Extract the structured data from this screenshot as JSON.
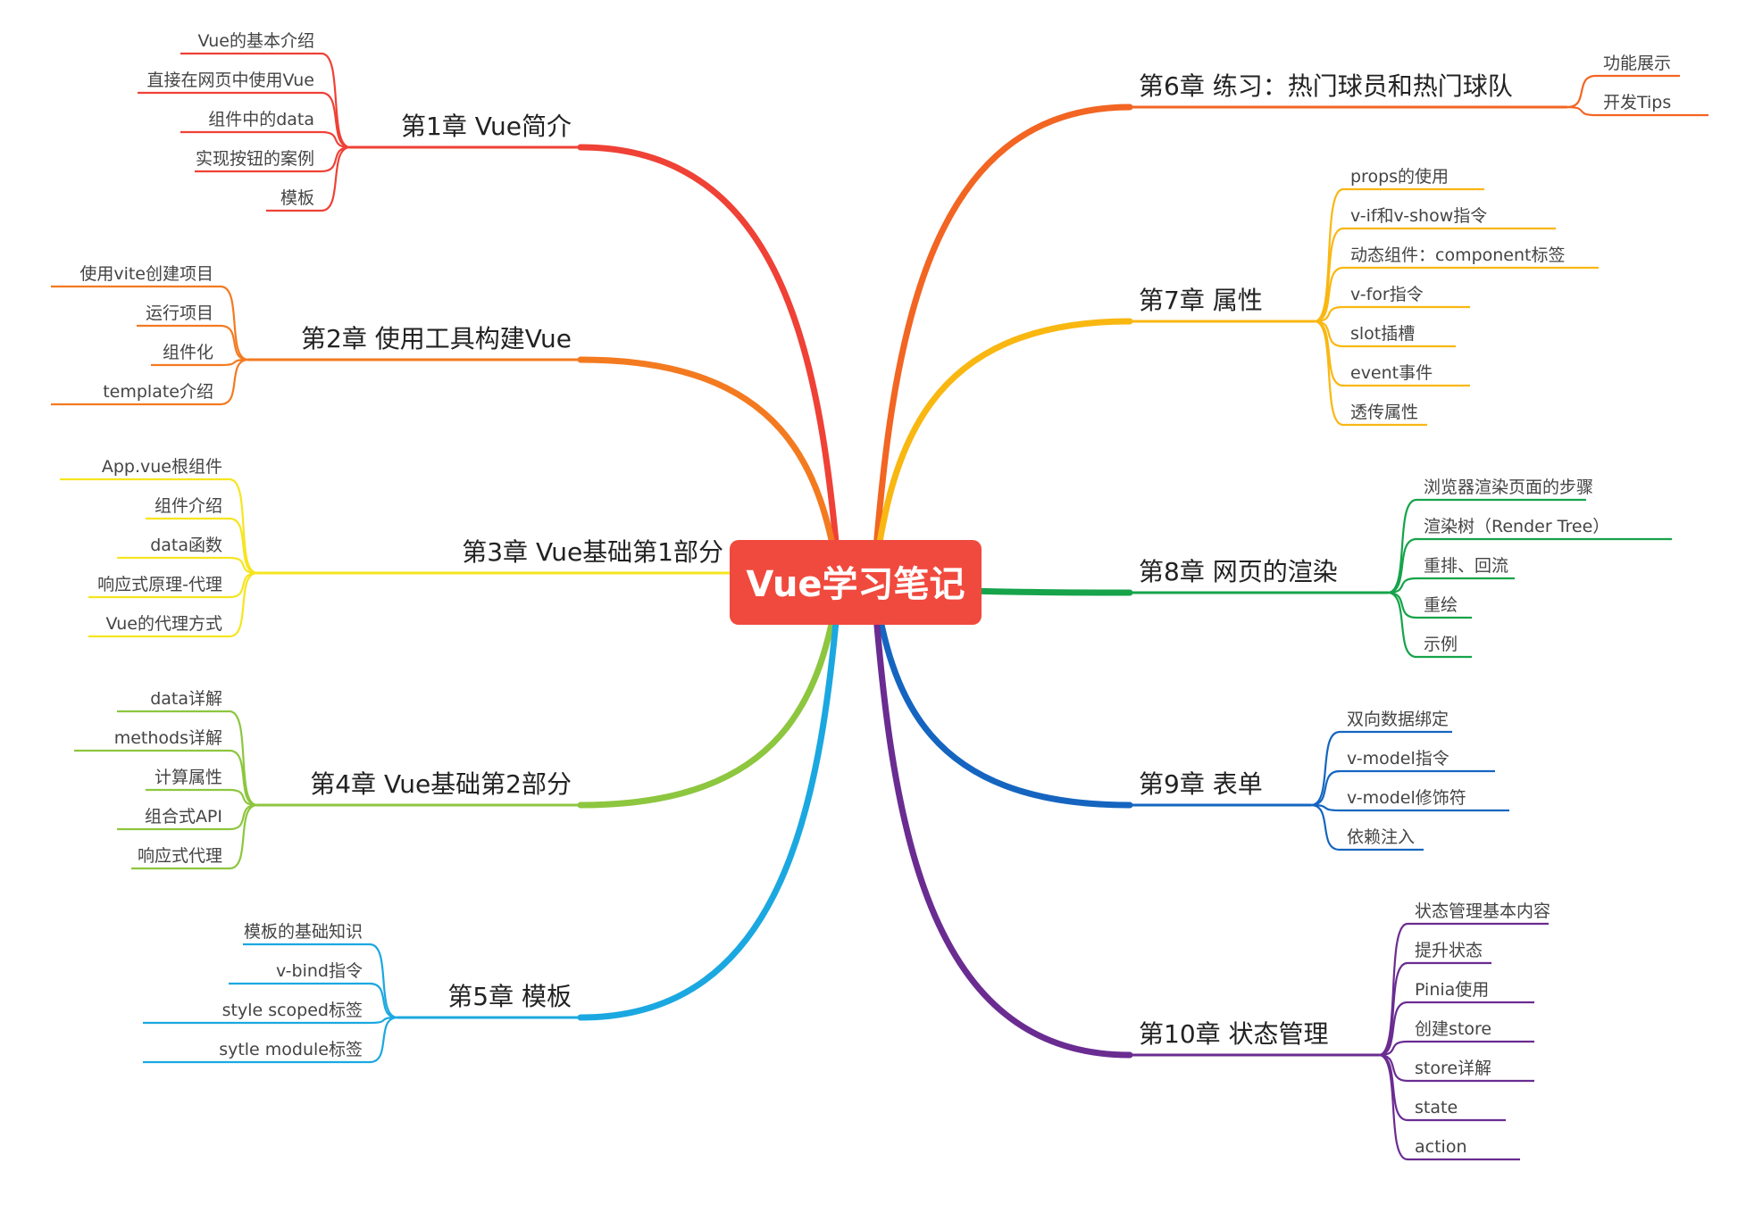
{
  "root": {
    "label": "Vue学习笔记",
    "color": "#f04a3e"
  },
  "chapters": [
    {
      "title": "第1章 Vue简介",
      "side": "left",
      "color": "#ef4136",
      "items": [
        "Vue的基本介绍",
        "直接在网页中使用Vue",
        "组件中的data",
        "实现按钮的案例",
        "模板"
      ]
    },
    {
      "title": "第2章 使用工具构建Vue",
      "side": "left",
      "color": "#f47a20",
      "items": [
        "使用vite创建项目",
        "运行项目",
        "组件化",
        "template介绍"
      ]
    },
    {
      "title": "第3章 Vue基础第1部分",
      "side": "left",
      "color": "#f6e51f",
      "items": [
        "App.vue根组件",
        "组件介绍",
        "data函数",
        "响应式原理-代理",
        "Vue的代理方式"
      ]
    },
    {
      "title": "第4章 Vue基础第2部分",
      "side": "left",
      "color": "#8dc63f",
      "items": [
        "data详解",
        "methods详解",
        "计算属性",
        "组合式API",
        "响应式代理"
      ]
    },
    {
      "title": "第5章 模板",
      "side": "left",
      "color": "#1ba8e0",
      "items": [
        "模板的基础知识",
        "v-bind指令",
        "style scoped标签",
        "sytle module标签"
      ]
    },
    {
      "title": "第6章 练习：热门球员和热门球队",
      "side": "right",
      "color": "#f26522",
      "items": [
        "功能展示",
        "开发Tips"
      ]
    },
    {
      "title": "第7章 属性",
      "side": "right",
      "color": "#f9b711",
      "items": [
        "props的使用",
        "v-if和v-show指令",
        "动态组件：component标签",
        "v-for指令",
        "slot插槽",
        "event事件",
        "透传属性"
      ]
    },
    {
      "title": "第8章 网页的渲染",
      "side": "right",
      "color": "#16a34a",
      "items": [
        "浏览器渲染页面的步骤",
        "渲染树（Render Tree）",
        "重排、回流",
        "重绘",
        "示例"
      ]
    },
    {
      "title": "第9章 表单",
      "side": "right",
      "color": "#1565c0",
      "items": [
        "双向数据绑定",
        "v-model指令",
        "v-model修饰符",
        "依赖注入"
      ]
    },
    {
      "title": "第10章 状态管理",
      "side": "right",
      "color": "#6a2c91",
      "items": [
        "状态管理基本内容",
        "提升状态",
        "Pinia使用",
        "创建store",
        "store详解",
        "state",
        "action"
      ]
    }
  ]
}
